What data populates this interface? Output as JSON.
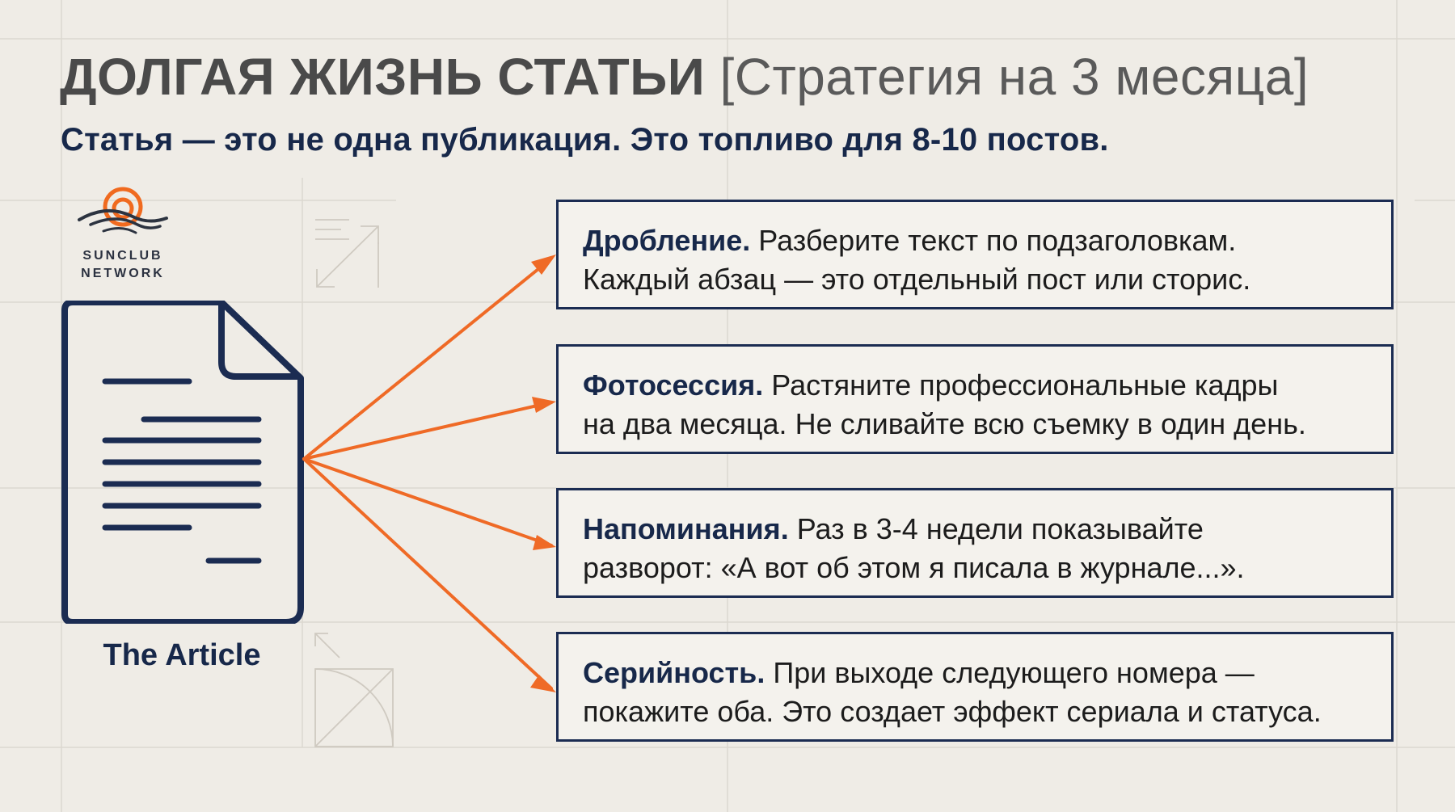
{
  "header": {
    "title": "ДОЛГАЯ ЖИЗНЬ СТАТЬИ",
    "title_bracket": "[Стратегия на 3 месяца]",
    "subtitle": "Статья — это не одна публикация. Это топливо для 8-10 постов."
  },
  "logo": {
    "line1": "SUNCLUB",
    "line2": "NETWORK",
    "icon": "sun-wave-icon",
    "accent_color": "#f06a1f",
    "wave_color": "#2c3340"
  },
  "article": {
    "icon": "document-icon",
    "label": "The Article",
    "color": "#1b2c52"
  },
  "arrows": {
    "color": "#ef6a26"
  },
  "cards": [
    {
      "title": "Дробление.",
      "line1": "Разберите текст по подзаголовкам.",
      "line2": "Каждый абзац — это отдельный пост или сторис."
    },
    {
      "title": "Фотосессия.",
      "line1": "Растяните профессиональные кадры",
      "line2": "на два месяца. Не сливайте всю съемку в один день."
    },
    {
      "title": "Напоминания.",
      "line1": "Раз в 3-4 недели показывайте",
      "line2": "разворот: «А вот об этом я писала в журнале...»."
    },
    {
      "title": "Серийность.",
      "line1": "При выходе следующего номера —",
      "line2": "покажите оба. Это создает эффект сериала и статуса."
    }
  ]
}
